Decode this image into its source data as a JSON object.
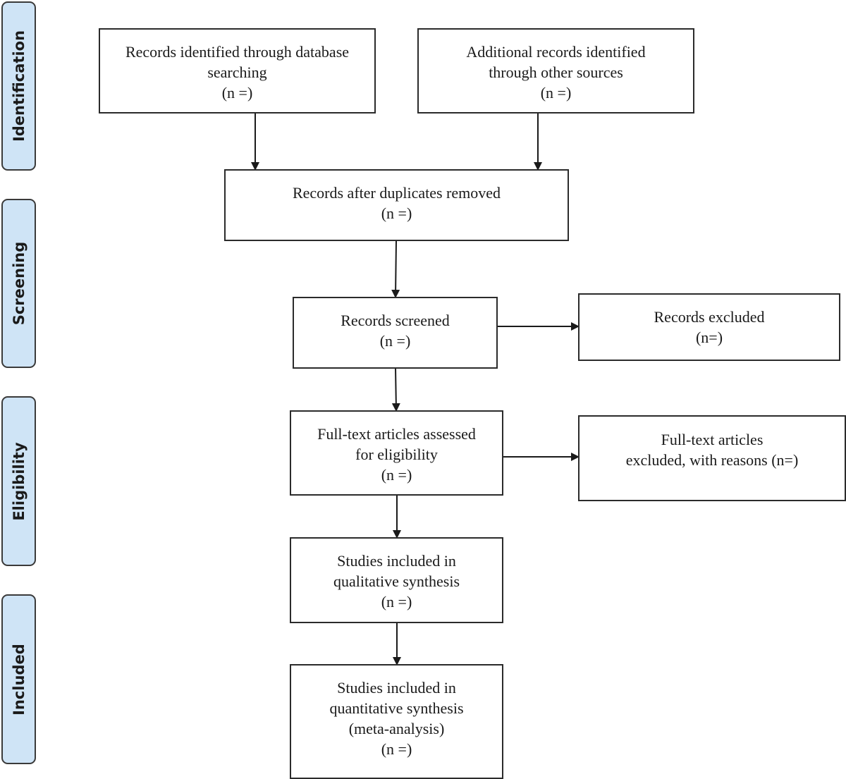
{
  "phases": [
    {
      "label": "Identification"
    },
    {
      "label": "Screening"
    },
    {
      "label": "Eligibility"
    },
    {
      "label": "Included"
    }
  ],
  "boxes": {
    "db_search": {
      "lines": [
        "Records identified through database",
        "searching",
        "(n =)"
      ]
    },
    "other_sources": {
      "lines": [
        "Additional records identified",
        "through other sources",
        "(n =)"
      ]
    },
    "duplicates_removed": {
      "lines": [
        "Records after duplicates removed",
        "(n =)"
      ]
    },
    "screened": {
      "lines": [
        "Records screened",
        "(n =)"
      ]
    },
    "excluded": {
      "lines": [
        "Records excluded",
        "(n=)"
      ]
    },
    "fulltext_assessed": {
      "lines": [
        "Full-text articles assessed",
        "for eligibility",
        "(n =)"
      ]
    },
    "fulltext_excluded": {
      "lines": [
        "Full-text articles",
        "excluded, with reasons (n=)"
      ]
    },
    "qualitative": {
      "lines": [
        "Studies included in",
        "qualitative synthesis",
        "(n =)"
      ]
    },
    "quantitative": {
      "lines": [
        "Studies included in",
        "quantitative synthesis",
        "(meta-analysis)",
        "(n =)"
      ]
    }
  }
}
